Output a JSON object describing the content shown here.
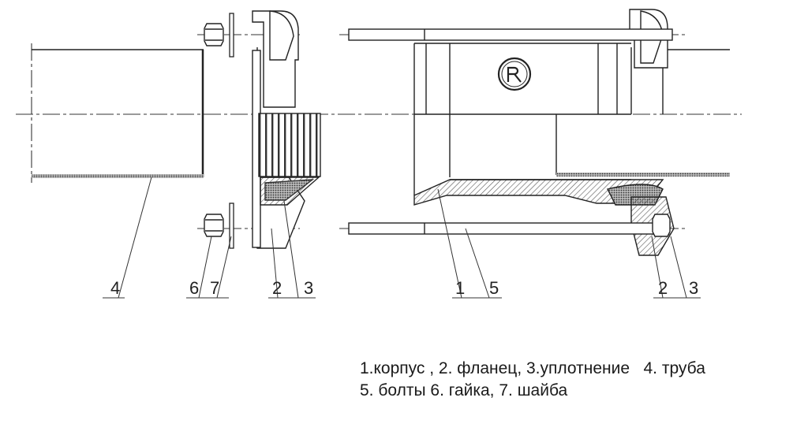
{
  "colors": {
    "line": "#222222",
    "hatch": "#555555",
    "seal": "#444444",
    "background": "#ffffff"
  },
  "callouts": {
    "pipe": "4",
    "nut": "6",
    "washer": "7",
    "flange_left": "2",
    "seal_left": "3",
    "body": "1",
    "bolts": "5",
    "flange_right": "2",
    "seal_right": "3"
  },
  "legend": {
    "line1": "1.корпус , 2. фланец, 3.уплотнение   4. труба",
    "line2": "5. болты 6. гайка, 7. шайба"
  },
  "mark": {
    "symbol": "registered-trademark-seal"
  }
}
